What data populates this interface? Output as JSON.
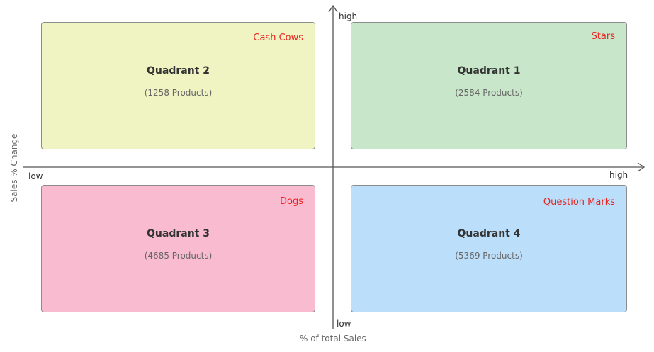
{
  "quadrants": {
    "q1": {
      "title": "Quadrant 1",
      "count": "(2584 Products)",
      "tag": "Stars",
      "color": "#c8e6c9"
    },
    "q2": {
      "title": "Quadrant 2",
      "count": "(1258 Products)",
      "tag": "Cash Cows",
      "color": "#eff4c2"
    },
    "q3": {
      "title": "Quadrant 3",
      "count": "(4685 Products)",
      "tag": "Dogs",
      "color": "#f8bbd0"
    },
    "q4": {
      "title": "Quadrant 4",
      "count": "(5369 Products)",
      "tag": "Question Marks",
      "color": "#bbdefb"
    }
  },
  "axes": {
    "x_low": "low",
    "x_high": "high",
    "y_low": "low",
    "y_high": "high",
    "x_title": "% of total Sales",
    "y_title": "Sales % Change"
  },
  "colors": {
    "tag": "#e8231f",
    "axis": "#555555"
  }
}
